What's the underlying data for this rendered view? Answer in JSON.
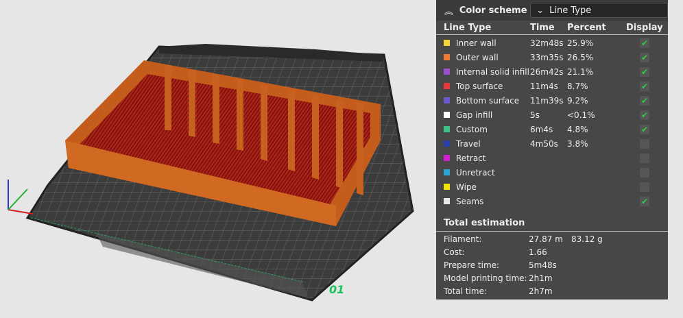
{
  "color_scheme": {
    "title": "Color scheme",
    "selected": "Line Type"
  },
  "table": {
    "headers": [
      "Line Type",
      "Time",
      "Percent",
      "Display"
    ],
    "rows": [
      {
        "name": "Inner wall",
        "time": "32m48s",
        "percent": "25.9%",
        "color": "#f5d53a",
        "display": true
      },
      {
        "name": "Outer wall",
        "time": "33m35s",
        "percent": "26.5%",
        "color": "#f07a36",
        "display": true
      },
      {
        "name": "Internal solid infill",
        "time": "26m42s",
        "percent": "21.1%",
        "color": "#9b4fc9",
        "display": true
      },
      {
        "name": "Top surface",
        "time": "11m4s",
        "percent": "8.7%",
        "color": "#e8383a",
        "display": true
      },
      {
        "name": "Bottom surface",
        "time": "11m39s",
        "percent": "9.2%",
        "color": "#6a5acd",
        "display": true
      },
      {
        "name": "Gap infill",
        "time": "5s",
        "percent": "<0.1%",
        "color": "#ffffff",
        "display": true
      },
      {
        "name": "Custom",
        "time": "6m4s",
        "percent": "4.8%",
        "color": "#3fc28a",
        "display": true
      },
      {
        "name": "Travel",
        "time": "4m50s",
        "percent": "3.8%",
        "color": "#2b3fa8",
        "display": false
      },
      {
        "name": "Retract",
        "time": "",
        "percent": "",
        "color": "#d020d0",
        "display": false
      },
      {
        "name": "Unretract",
        "time": "",
        "percent": "",
        "color": "#2aa6d0",
        "display": false
      },
      {
        "name": "Wipe",
        "time": "",
        "percent": "",
        "color": "#f5e600",
        "display": false
      },
      {
        "name": "Seams",
        "time": "",
        "percent": "",
        "color": "#e8e8e8",
        "display": true
      }
    ]
  },
  "total": {
    "title": "Total estimation",
    "rows": [
      {
        "label": "Filament:",
        "value": "27.87 m",
        "value2": "83.12 g"
      },
      {
        "label": "Cost:",
        "value": "1.66",
        "value2": ""
      },
      {
        "label": "Prepare time:",
        "value": "5m48s",
        "value2": ""
      },
      {
        "label": "Model printing time:",
        "value": "2h1m",
        "value2": ""
      },
      {
        "label": "Total time:",
        "value": "2h7m",
        "value2": ""
      }
    ]
  },
  "plate_label": "01"
}
